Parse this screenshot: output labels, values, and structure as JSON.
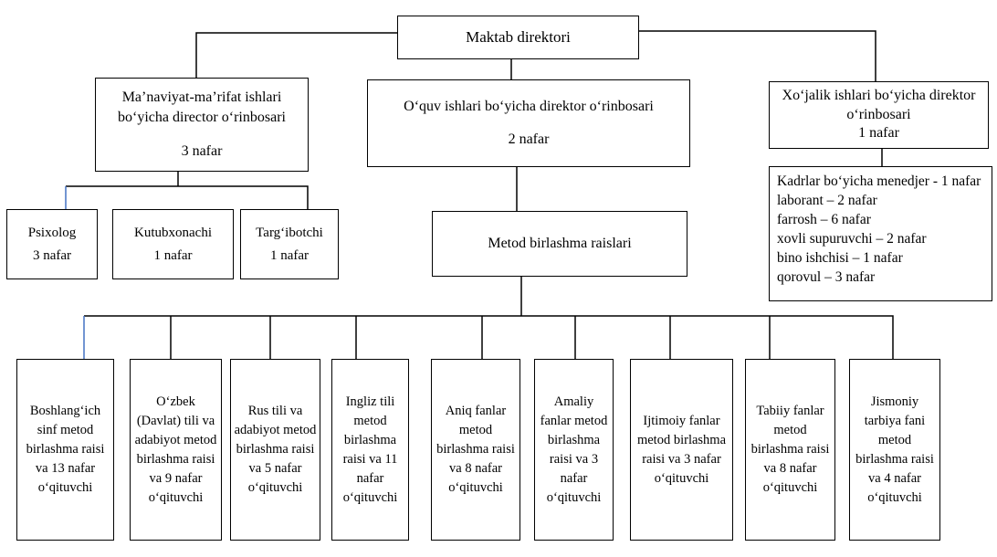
{
  "colors": {
    "connector_black": "#000000",
    "connector_accent": "#4472C4",
    "box_border": "#000000",
    "background": "#ffffff"
  },
  "org": {
    "root": {
      "title": "Maktab direktori"
    },
    "deputies": {
      "manaviyat": {
        "title": "Ma’naviyat-ma’rifat ishlari bo‘yicha director o‘rinbosari",
        "count": "3 nafar"
      },
      "oquv": {
        "title": "O‘quv ishlari bo‘yicha direktor o‘rinbosari",
        "count": "2 nafar"
      },
      "xojalik": {
        "title": "Xo‘jalik ishlari bo‘yicha direktor o‘rinbosari",
        "count": "1 nafar"
      }
    },
    "staff": [
      {
        "title": "Psixolog",
        "count": "3 nafar"
      },
      {
        "title": "Kutubxonachi",
        "count": "1 nafar"
      },
      {
        "title": "Targ‘ibotchi",
        "count": "1 nafar"
      }
    ],
    "kadrlar_lines": [
      "Kadrlar bo‘yicha menedjer -  1 nafar",
      "laborant – 2 nafar",
      "farrosh – 6 nafar",
      "xovli supuruvchi – 2 nafar",
      "bino ishchisi – 1 nafar",
      "qorovul – 3 nafar"
    ],
    "metod": {
      "title": "Metod birlashma raislari"
    },
    "metod_units": [
      "Boshlang‘ich sinf metod birlashma raisi va 13 nafar o‘qituvchi",
      "O‘zbek (Davlat) tili va adabiyot metod birlashma raisi va 9 nafar o‘qituvchi",
      "Rus tili va adabiyot metod birlashma raisi va 5 nafar o‘qituvchi",
      "Ingliz tili metod birlashma raisi va 11 nafar o‘qituvchi",
      "Aniq fanlar metod birlashma raisi va 8 nafar o‘qituvchi",
      "Amaliy fanlar metod birlashma raisi va 3 nafar o‘qituvchi",
      "Ijtimoiy fanlar metod birlashma raisi va 3 nafar o‘qituvchi",
      "Tabiiy fanlar metod birlashma raisi va 8 nafar o‘qituvchi",
      "Jismoniy tarbiya fani metod birlashma raisi va 4 nafar o‘qituvchi"
    ]
  }
}
